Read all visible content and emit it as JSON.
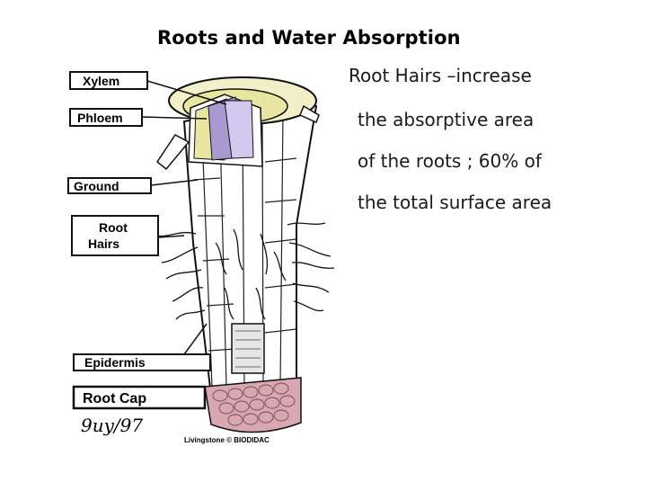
{
  "slide": {
    "title": "Roots and Water Absorption",
    "body_lines": [
      "Root Hairs –increase",
      "the absorptive area",
      "of the roots  ; 60% of",
      "the total surface area"
    ]
  },
  "diagram": {
    "labels": {
      "xylem": "Xylem",
      "phloem": "Phloem",
      "ground": "Ground",
      "root_hairs_line1": "Root",
      "root_hairs_line2": "Hairs",
      "epidermis": "Epidermis",
      "root_cap": "Root Cap"
    },
    "credit": "Livingstone © BIODIDAC",
    "signature": "9uy/97",
    "colors": {
      "xylem": "#a89ad0",
      "phloem": "#e8e6a0",
      "root_cap": "#d8a8b0",
      "ink": "#111111"
    }
  }
}
